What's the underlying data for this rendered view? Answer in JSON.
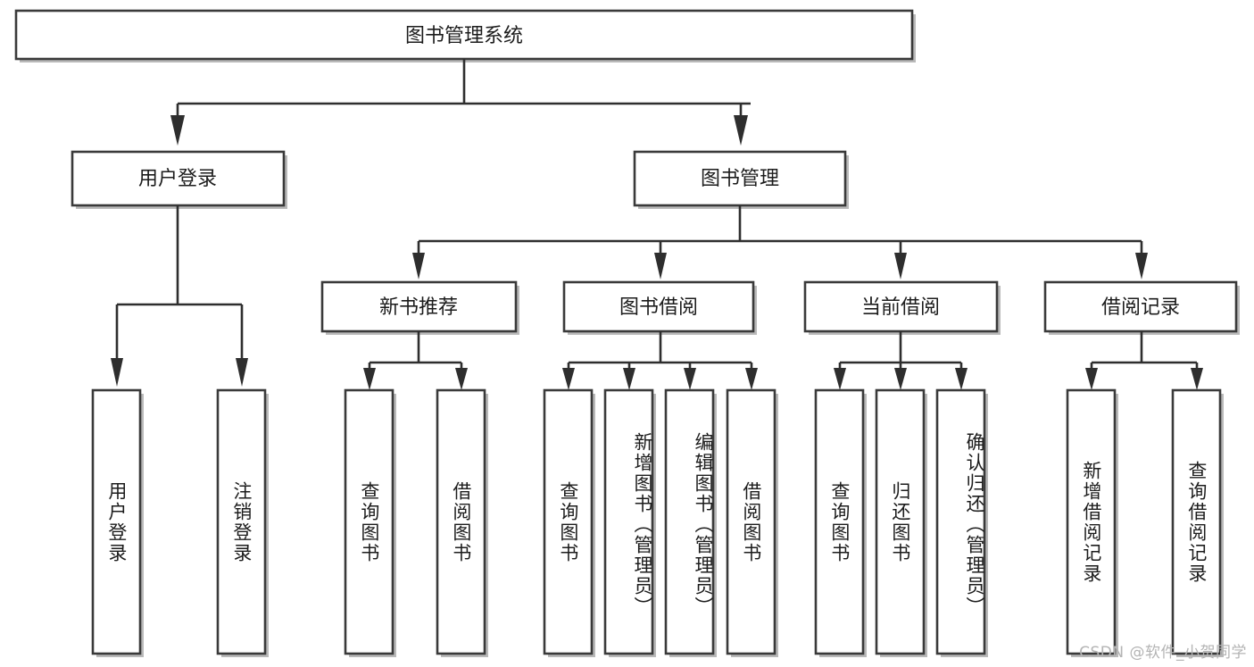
{
  "diagram": {
    "title": "图书管理系统",
    "type": "tree-hierarchy-chart",
    "watermark": "CSDN @软件_小贺同学",
    "colors": {
      "box_fill": "#ffffff",
      "box_stroke": "#3a3a3a",
      "connector": "#2e2e2e",
      "text": "#1c1c1c",
      "watermark": "#b4b4b4",
      "background": "#ffffff"
    },
    "root": {
      "label": "图书管理系统"
    },
    "level2": [
      {
        "label": "用户登录"
      },
      {
        "label": "图书管理"
      }
    ],
    "level3": [
      {
        "label": "新书推荐"
      },
      {
        "label": "图书借阅"
      },
      {
        "label": "当前借阅"
      },
      {
        "label": "借阅记录"
      }
    ],
    "leaves": {
      "user_login": [
        {
          "label": "用户登录"
        },
        {
          "label": "注销登录"
        }
      ],
      "new_book_recommend": [
        {
          "label": "查询图书"
        },
        {
          "label": "借阅图书"
        }
      ],
      "book_borrow": [
        {
          "label": "查询图书"
        },
        {
          "label": "新增图书（管理员）"
        },
        {
          "label": "编辑图书（管理员）"
        },
        {
          "label": "借阅图书"
        }
      ],
      "current_borrow": [
        {
          "label": "查询图书"
        },
        {
          "label": "归还图书"
        },
        {
          "label": "确认归还（管理员）"
        }
      ],
      "borrow_record": [
        {
          "label": "新增借阅记录"
        },
        {
          "label": "查询借阅记录"
        }
      ]
    }
  }
}
